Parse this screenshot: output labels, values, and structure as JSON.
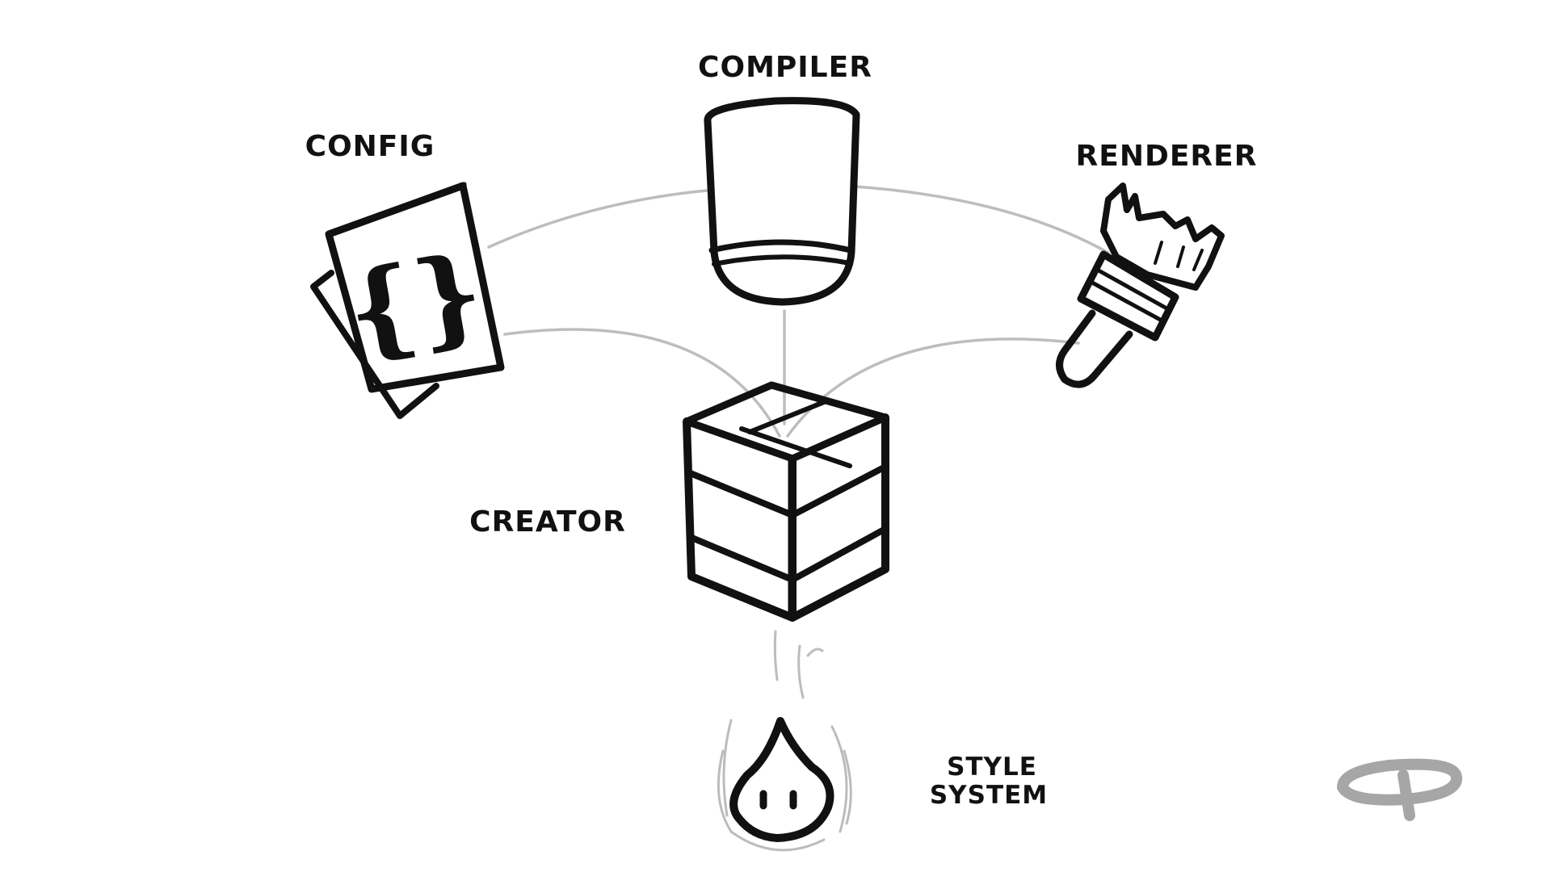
{
  "nodes": {
    "compiler": {
      "label": "COMPILER",
      "icon": "jar-icon"
    },
    "config": {
      "label": "CONFIG",
      "icon": "json-document-icon",
      "glyph": "{}"
    },
    "renderer": {
      "label": "RENDERER",
      "icon": "paintbrush-icon"
    },
    "creator": {
      "label": "CREATOR",
      "icon": "cube-icon"
    },
    "style_system": {
      "label_line1": "STYLE",
      "label_line2": "SYSTEM",
      "icon": "flame-droplet-icon"
    }
  },
  "logo": {
    "icon": "p-logo-icon"
  },
  "colors": {
    "ink": "#111111",
    "connector": "#bdbdbd",
    "logo": "#a6a6a6",
    "background": "#ffffff"
  }
}
